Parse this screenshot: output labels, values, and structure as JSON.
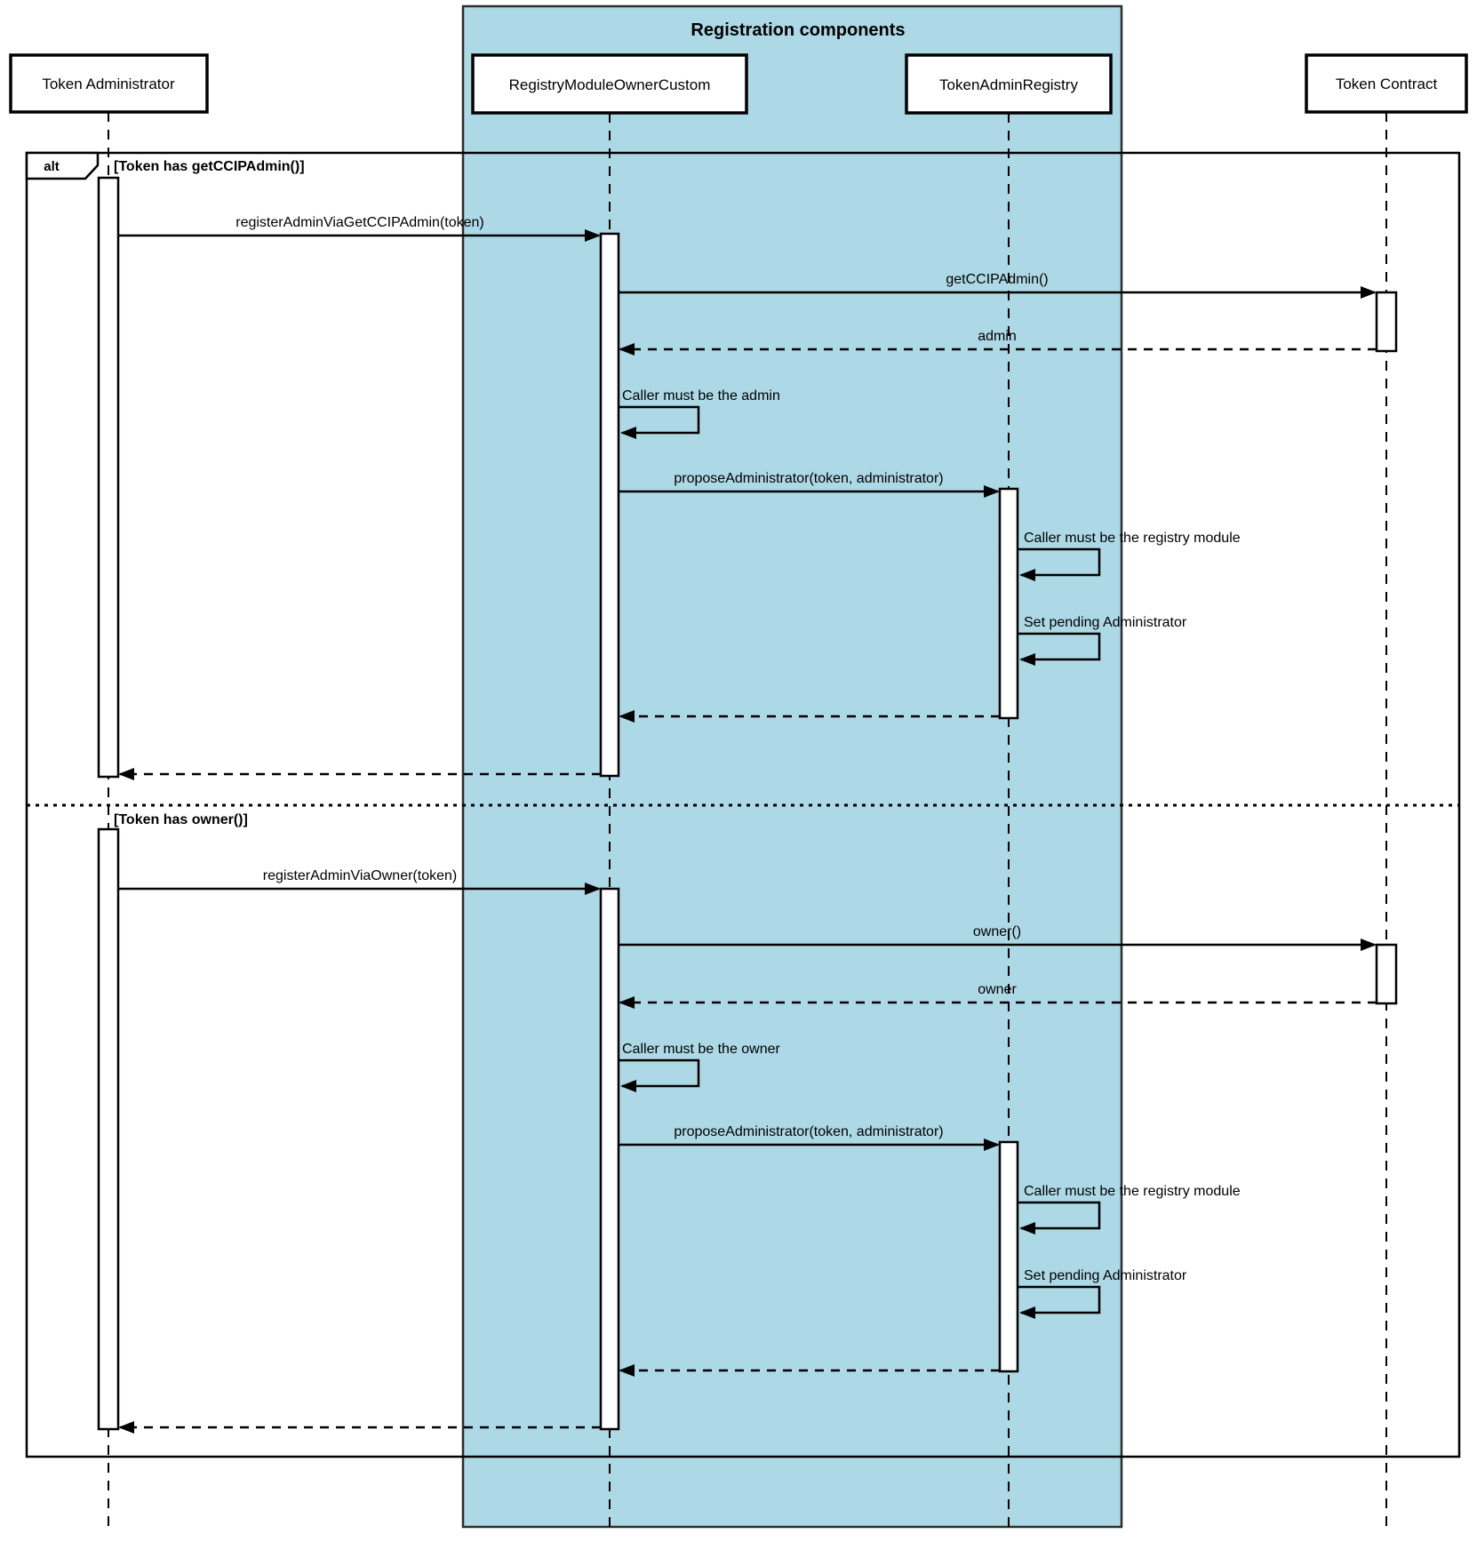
{
  "diagram": {
    "title": "Registration components",
    "frame": {
      "operator": "alt",
      "guards": [
        "[Token has getCCIPAdmin()]",
        "[Token has owner()]"
      ]
    },
    "participants": [
      {
        "name": "Token Administrator"
      },
      {
        "name": "RegistryModuleOwnerCustom"
      },
      {
        "name": "TokenAdminRegistry"
      },
      {
        "name": "Token Contract"
      }
    ],
    "messages": {
      "register_via_ccip_admin": "registerAdminViaGetCCIPAdmin(token)",
      "get_ccip_admin": "getCCIPAdmin()",
      "admin_return": "admin",
      "caller_must_be_admin": "Caller must be the admin",
      "propose_administrator_1": "proposeAdministrator(token, administrator)",
      "caller_must_be_registry_1": "Caller must be the registry module",
      "set_pending_administrator_1": "Set pending Administrator",
      "register_via_owner": "registerAdminViaOwner(token)",
      "owner_call": "owner()",
      "owner_return": "owner",
      "caller_must_be_owner": "Caller must be the owner",
      "propose_administrator_2": "proposeAdministrator(token, administrator)",
      "caller_must_be_registry_2": "Caller must be the registry module",
      "set_pending_administrator_2": "Set pending Administrator"
    },
    "colors": {
      "highlight_region": "#ADD8E6",
      "stroke": "#000000",
      "background": "#FFFFFF"
    }
  }
}
